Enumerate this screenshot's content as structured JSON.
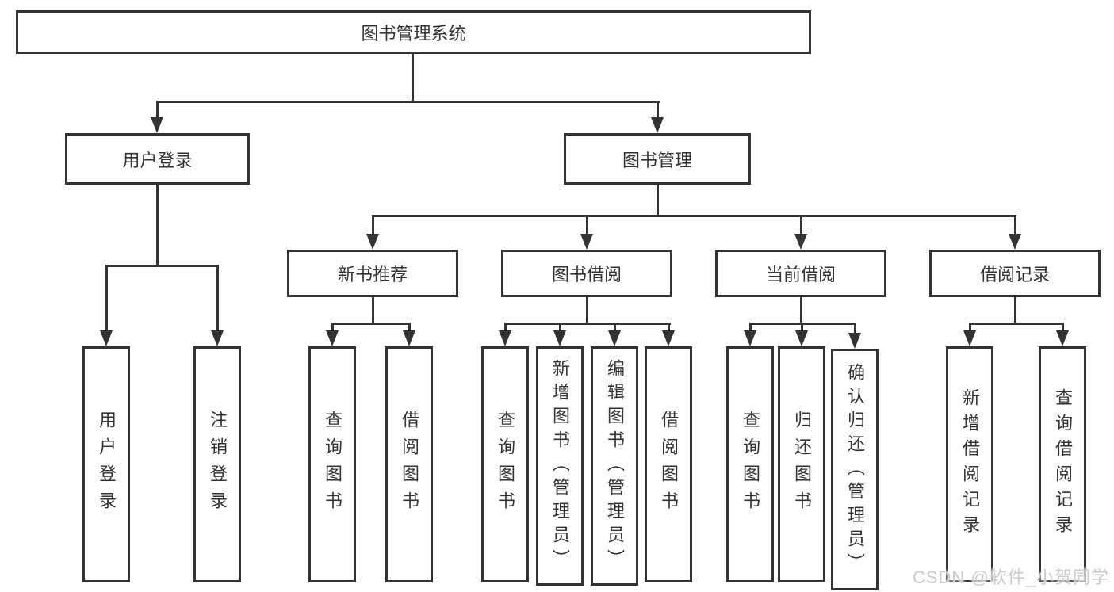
{
  "diagram": {
    "root": {
      "label": "图书管理系统"
    },
    "branches": [
      {
        "label": "用户登录",
        "children": [
          {
            "label": "用户登录"
          },
          {
            "label": "注销登录"
          }
        ]
      },
      {
        "label": "图书管理",
        "children": [
          {
            "label": "新书推荐",
            "children": [
              {
                "label": "查询图书"
              },
              {
                "label": "借阅图书"
              }
            ]
          },
          {
            "label": "图书借阅",
            "children": [
              {
                "label": "查询图书"
              },
              {
                "label": "新增图书（管理员）"
              },
              {
                "label": "编辑图书（管理员）"
              },
              {
                "label": "借阅图书"
              }
            ]
          },
          {
            "label": "当前借阅",
            "children": [
              {
                "label": "查询图书"
              },
              {
                "label": "归还图书"
              },
              {
                "label": "确认归还（管理员）"
              }
            ]
          },
          {
            "label": "借阅记录",
            "children": [
              {
                "label": "新增借阅记录"
              },
              {
                "label": "查询借阅记录"
              }
            ]
          }
        ]
      }
    ]
  },
  "watermark": {
    "text": "CSDN @软件_小贺同学"
  },
  "colors": {
    "line": "#333333",
    "border": "#333333",
    "text": "#333333",
    "watermark": "#cbcbcb",
    "background": "#ffffff"
  }
}
